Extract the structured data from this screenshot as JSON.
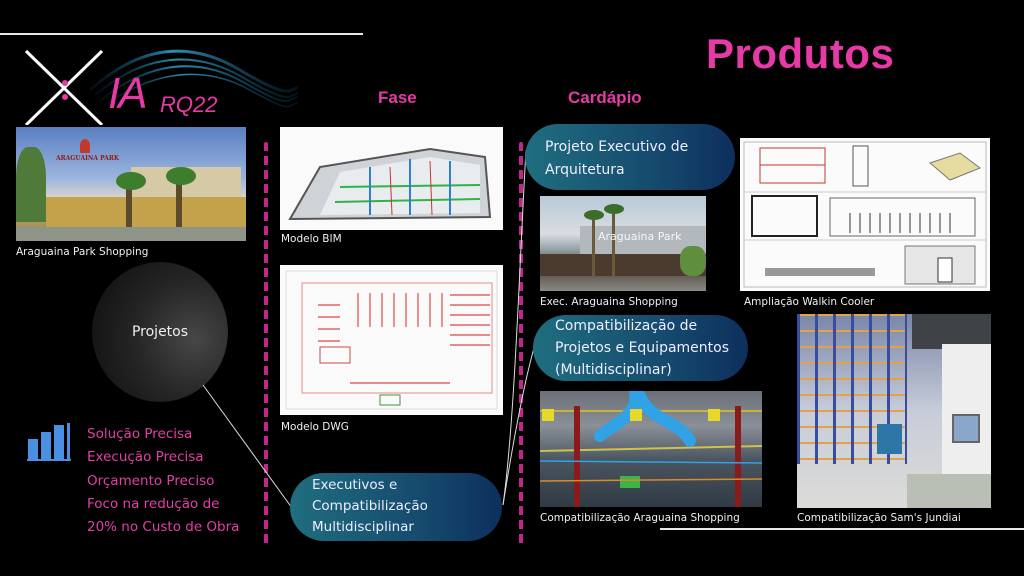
{
  "header": {
    "title": "Produtos",
    "logo_text": "IA",
    "logo_sub": "RQ22",
    "accent_color": "#e83aa6"
  },
  "columns": {
    "fase": "Fase",
    "cardapio": "Cardápio"
  },
  "left": {
    "hero_caption": "Araguaina Park Shopping",
    "hero_logo_text": "ARAGUAINA PARK",
    "circle_label": "Projetos",
    "chart_icon": "bar-chart-icon",
    "benefits": [
      "Solução Precisa",
      "Execução Precisa",
      "Orçamento Preciso",
      "Foco na redução de",
      "20% no Custo de Obra"
    ]
  },
  "fase": {
    "items": [
      {
        "caption": "Modelo BIM"
      },
      {
        "caption": "Modelo DWG"
      }
    ],
    "pill": [
      "Executivos e",
      "Compatibilização",
      "Multidisciplinar"
    ]
  },
  "cardapio": {
    "pill1": [
      "Projeto Executivo de",
      "Arquitetura"
    ],
    "pill2": [
      "Compatibilização de",
      "Projetos e Equipamentos",
      "(Multidisciplinar)"
    ],
    "exec_caption": "Exec.  Araguaina Shopping",
    "compat_caption": "Compatibilização Araguaina Shopping",
    "facade_sign": "Araguaina Park"
  },
  "produtos": {
    "walkin_caption": "Ampliação Walkin Cooler",
    "sams_caption": "Compatibilização Sam's Jundiai"
  }
}
